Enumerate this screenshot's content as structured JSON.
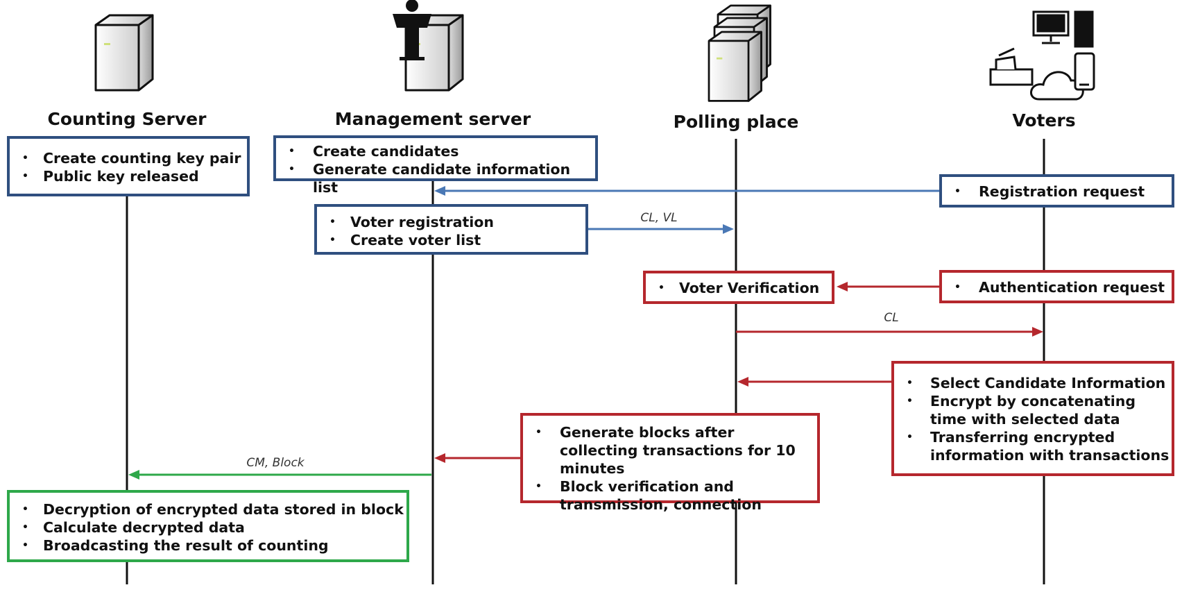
{
  "actors": [
    {
      "id": "counting",
      "title": "Counting Server",
      "icon": "server-icon"
    },
    {
      "id": "management",
      "title": "Management server",
      "icon": "server-with-podium-icon"
    },
    {
      "id": "polling",
      "title": "Polling place",
      "icon": "server-stack-icon"
    },
    {
      "id": "voters",
      "title": "Voters",
      "icon": "ballot-box-computer-phone-cloud-icon"
    }
  ],
  "boxes": {
    "counting_setup": [
      "Create counting key pair",
      "Public key released"
    ],
    "management_setup": [
      "Create candidates",
      "Generate candidate information list"
    ],
    "registration_request": [
      "Registration request"
    ],
    "voter_registration": [
      "Voter registration",
      "Create voter list"
    ],
    "voter_verification": [
      "Voter Verification"
    ],
    "authentication_request": [
      "Authentication request"
    ],
    "voting": [
      "Select Candidate Information",
      "Encrypt by concatenating time with selected data",
      "Transferring encrypted information with transactions"
    ],
    "block_generation": [
      "Generate blocks after collecting transactions for 10 minutes",
      "Block verification and transmission, connection"
    ],
    "counting": [
      "Decryption of encrypted data stored in block",
      "Calculate decrypted data",
      "Broadcasting the result of counting"
    ]
  },
  "messages": {
    "cl_vl": "CL, VL",
    "cl": "CL",
    "cm_block": "CM, Block"
  },
  "colors": {
    "blue": "#2f4f7f",
    "blue_arrow": "#4a78b5",
    "red": "#b5272d",
    "green": "#2ea84a"
  }
}
